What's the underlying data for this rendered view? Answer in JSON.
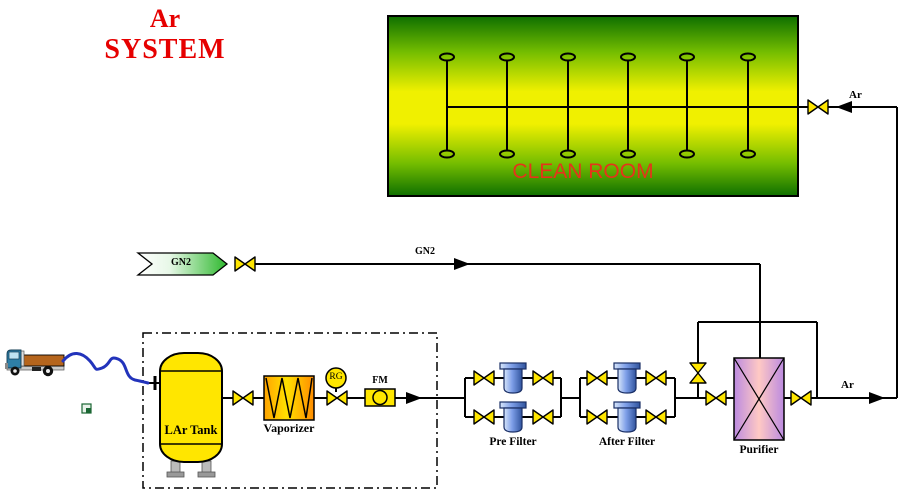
{
  "title": {
    "line1": "Ar",
    "line2": "SYSTEM"
  },
  "clean_room": {
    "label": "CLEAN ROOM",
    "drop_count": 6
  },
  "supply": {
    "gn2_banner_label": "GN2",
    "gn2_line_label": "GN2"
  },
  "outputs": {
    "ar_top_label": "Ar",
    "ar_process_label": "Ar"
  },
  "equipment": {
    "tank_label": "LAr Tank",
    "vaporizer_label": "Vaporizer",
    "regulator_label": "RG",
    "flow_meter_label": "FM",
    "pre_filter_label": "Pre Filter",
    "after_filter_label": "After Filter",
    "purifier_label": "Purifier"
  },
  "colors": {
    "title_red": "#e60000",
    "clean_room_text": "#e5341a",
    "clean_room_green": "#0e6f00",
    "clean_room_yellow": "#f0f000",
    "valve_yellow": "#ffe600",
    "tank_yellow": "#ffe600",
    "banner_green": "#2eb82e",
    "filter_blue": "#30549e",
    "purifier_purple": "#bb8ae0",
    "purifier_pink": "#ffc9c4",
    "hose_blue": "#2233bb",
    "pipe_black": "#000000"
  }
}
